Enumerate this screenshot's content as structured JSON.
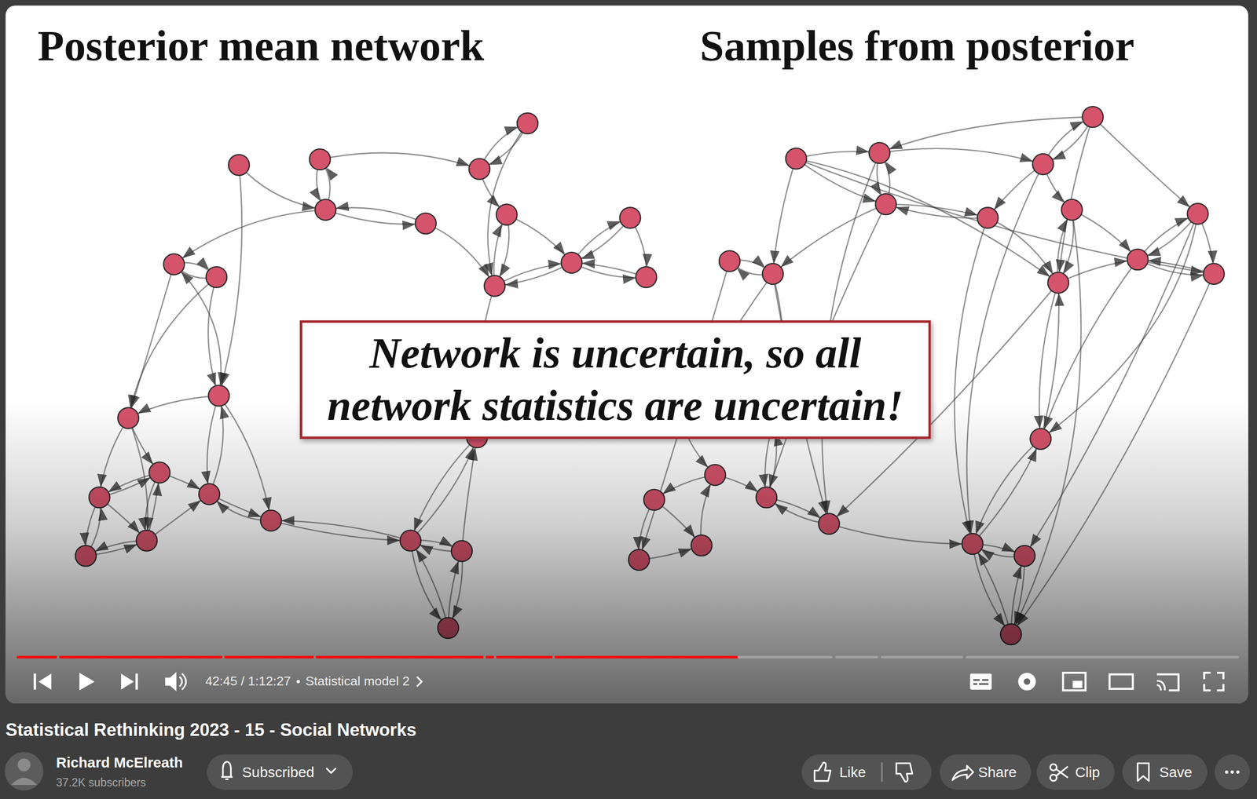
{
  "diagram": {
    "title": "Statistical Rethinking 2023 - 15 - Social Networks",
    "nodes": [
      {
        "text": [
          "Network is uncertain, so all network statistics are uncertain!"
        ]
      },
      {
        "text": [
          "Subscribed"
        ]
      },
      {
        "text": [
          "Like"
        ]
      },
      {
        "text": [
          "Share"
        ]
      },
      {
        "text": [
          "Clip"
        ]
      },
      {
        "text": [
          "Save"
        ]
      }
    ],
    "labels": [
      "Posterior mean network",
      "Samples from posterior",
      "42:45 / 1:12:27",
      "Statistical model 2",
      "Richard McElreath",
      "37.2K subscribers"
    ]
  }
}
